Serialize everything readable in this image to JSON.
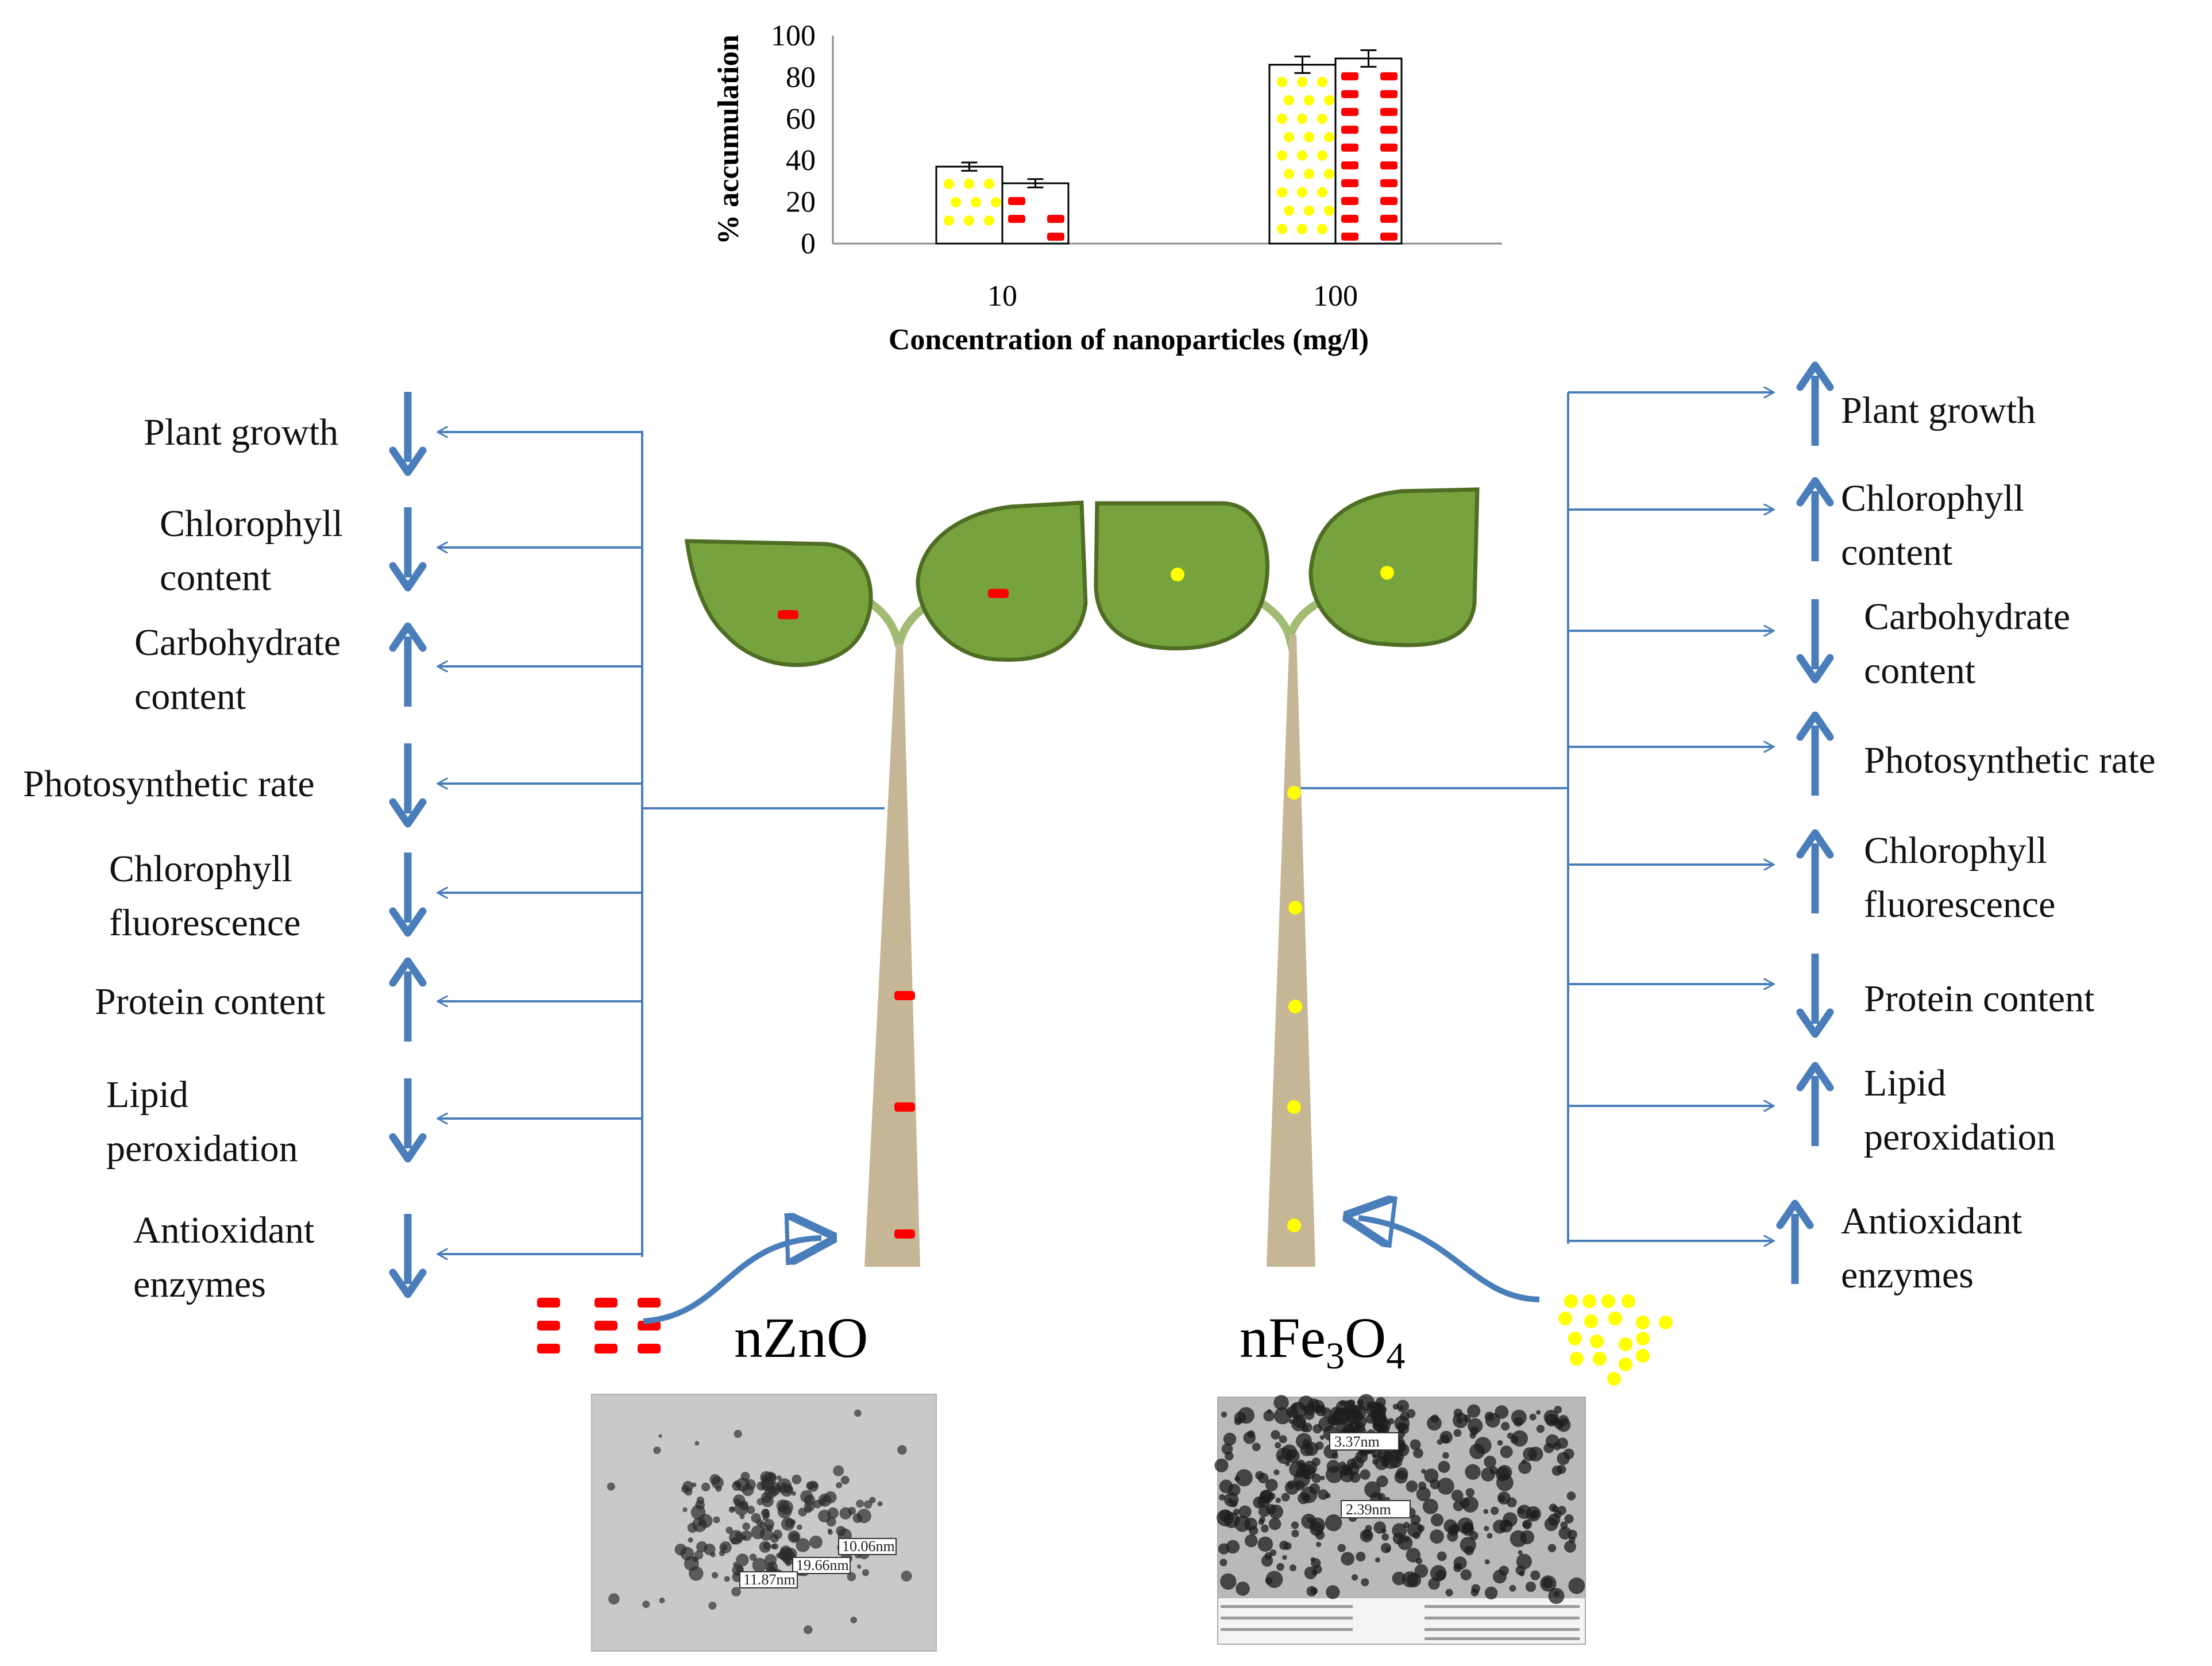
{
  "chart_data": {
    "type": "bar",
    "categories": [
      "10",
      "100"
    ],
    "series": [
      {
        "values": [
          37,
          86
        ],
        "errors": [
          2,
          4
        ],
        "pattern": "yellow-dots"
      },
      {
        "values": [
          29,
          89
        ],
        "errors": [
          2,
          4
        ],
        "pattern": "red-dashes"
      }
    ],
    "title": "",
    "xlabel": "Concentration of nanoparticles (mg/l)",
    "ylabel": "% accumulation",
    "ylim": [
      0,
      100
    ],
    "yticks": [
      "0",
      "20",
      "40",
      "60",
      "80",
      "100"
    ]
  },
  "left_effects": [
    {
      "lines": [
        "Plant growth"
      ],
      "direction": "down"
    },
    {
      "lines": [
        "Chlorophyll",
        "content"
      ],
      "direction": "down"
    },
    {
      "lines": [
        "Carbohydrate",
        "content"
      ],
      "direction": "up"
    },
    {
      "lines": [
        "Photosynthetic rate"
      ],
      "direction": "down"
    },
    {
      "lines": [
        "Chlorophyll",
        "fluorescence"
      ],
      "direction": "down"
    },
    {
      "lines": [
        "Protein content"
      ],
      "direction": "up"
    },
    {
      "lines": [
        "Lipid",
        "peroxidation"
      ],
      "direction": "down"
    },
    {
      "lines": [
        "Antioxidant",
        "enzymes"
      ],
      "direction": "down"
    }
  ],
  "right_effects": [
    {
      "lines": [
        "Plant growth"
      ],
      "direction": "up"
    },
    {
      "lines": [
        "Chlorophyll",
        "content"
      ],
      "direction": "up"
    },
    {
      "lines": [
        "Carbohydrate",
        "content"
      ],
      "direction": "down"
    },
    {
      "lines": [
        "Photosynthetic rate"
      ],
      "direction": "up"
    },
    {
      "lines": [
        "Chlorophyll",
        "fluorescence"
      ],
      "direction": "up"
    },
    {
      "lines": [
        "Protein content"
      ],
      "direction": "down"
    },
    {
      "lines": [
        "Lipid",
        "peroxidation"
      ],
      "direction": "up"
    },
    {
      "lines": [
        "Antioxidant",
        "enzymes"
      ],
      "direction": "up"
    }
  ],
  "nanoparticles": {
    "left": {
      "prefix": "nZnO",
      "sub": "",
      "suffix": ""
    },
    "right": {
      "prefix": "nFe",
      "sub": "3",
      "sub2": "4",
      "mid": "O"
    }
  },
  "tem_images": {
    "left": [
      "10.06nm",
      "19.66nm",
      "11.87nm"
    ],
    "right": [
      "3.37nm",
      "2.39nm"
    ]
  },
  "colors": {
    "arrow": "#4a7ebb",
    "leaf": "#77a33e",
    "leaf_edge": "#4f6e24",
    "stem": "#c5b796",
    "zno": "#ff0000",
    "fe3o4": "#ffff00"
  }
}
